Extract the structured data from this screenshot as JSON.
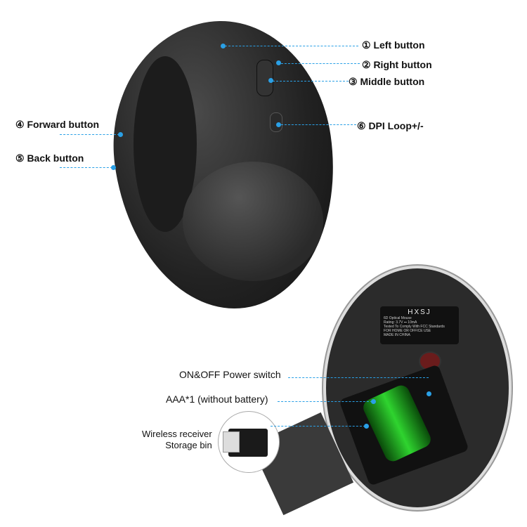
{
  "labels": {
    "left_button": "① Left button",
    "right_button": "② Right button",
    "middle_button": "③ Middle button",
    "dpi": "⑥ DPI Loop+/-",
    "forward_button": "④ Forward button",
    "back_button": "⑤ Back button",
    "power_switch": "ON&OFF Power switch",
    "battery": "AAA*1 (without battery)",
    "receiver_line1": "Wireless receiver",
    "receiver_line2": "Storage bin"
  },
  "nameplate": {
    "brand": "HXSJ",
    "model": "6D Optical Mouse",
    "rating": "Rating: 3.7V ⎓ 10mA",
    "fcc": "Tested To Comply With FCC Standards",
    "use": "FOR HOME OR OFFICE USE",
    "origin": "MADE IN CHINA"
  },
  "colors": {
    "callout": "#2aa0e6"
  }
}
